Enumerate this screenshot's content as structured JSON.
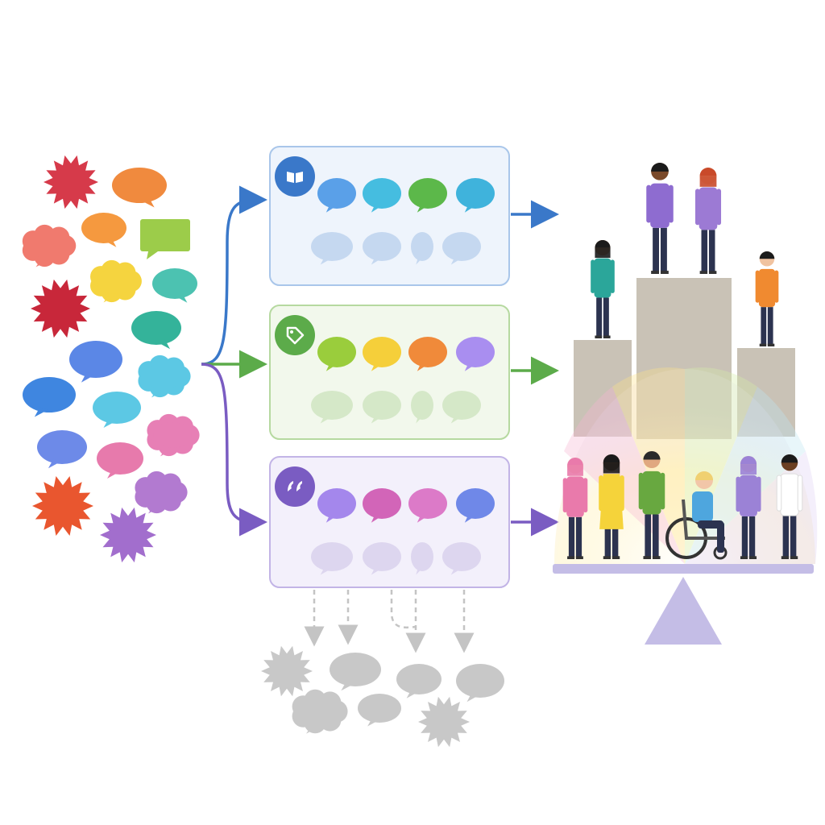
{
  "diagram": {
    "input_bubbles": {
      "colors": [
        "#d63a4a",
        "#f08a3e",
        "#f07a6e",
        "#f5993f",
        "#9ccc4a",
        "#f5d43f",
        "#4cc2b1",
        "#c8273a",
        "#34b39a",
        "#5b87e6",
        "#5aa8e8",
        "#3f86e0",
        "#5cc8e4",
        "#e77fb5",
        "#6d8ae8",
        "#e77aac",
        "#e9562f",
        "#b27ad0",
        "#a26ecd"
      ]
    },
    "categories": [
      {
        "id": "knowledge",
        "icon": "book-icon",
        "accent": "#3a78c9",
        "panel_fill": "#eef4fc",
        "panel_stroke": "#a9c6ea",
        "selected_colors": [
          "#5aa0e8",
          "#45bde0",
          "#5cb84a",
          "#3fb3dc"
        ],
        "faded_color": "#c5d8f0"
      },
      {
        "id": "tagging",
        "icon": "tag-icon",
        "accent": "#5cab4a",
        "panel_fill": "#f2f8ec",
        "panel_stroke": "#b6d9a0",
        "selected_colors": [
          "#9acd3c",
          "#f5cf3a",
          "#f08a3a",
          "#a98ef0"
        ],
        "faded_color": "#d5e8c8"
      },
      {
        "id": "quotes",
        "icon": "quote-icon",
        "accent": "#7a5cc2",
        "panel_fill": "#f3f0fb",
        "panel_stroke": "#c2b4e6",
        "selected_colors": [
          "#a487ec",
          "#d265b8",
          "#dc7ac8",
          "#6f88e8"
        ],
        "faded_color": "#ddd6ef"
      }
    ],
    "discarded": {
      "color": "#c8c8c8"
    },
    "people": {
      "platform_color": "#c9c2b6",
      "balance_color": "#c4bde6",
      "figure_colors": [
        "#8e6cd0",
        "#9c7ad4",
        "#2ba69a",
        "#f08a30",
        "#e97aab",
        "#f5d33a",
        "#68a840",
        "#4ea6de",
        "#9b82d6",
        "#ffffff"
      ]
    }
  }
}
